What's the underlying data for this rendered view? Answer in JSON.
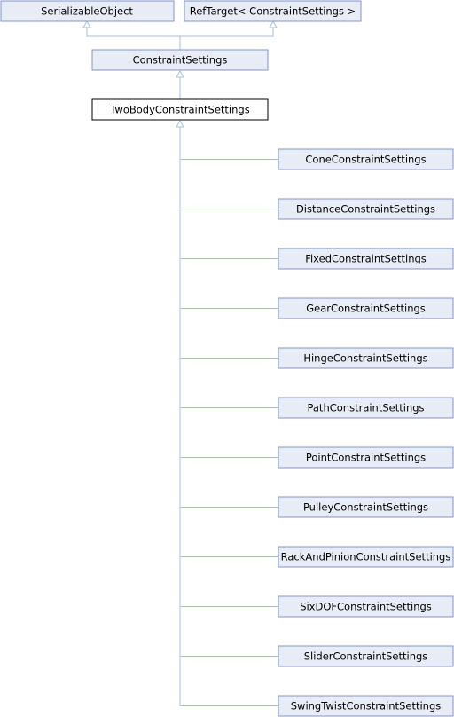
{
  "diagram": {
    "base_classes": [
      {
        "id": "serializable",
        "label": "SerializableObject"
      },
      {
        "id": "reftarget",
        "label": "RefTarget< ConstraintSettings >"
      }
    ],
    "parent": {
      "id": "constraint",
      "label": "ConstraintSettings"
    },
    "current": {
      "id": "twobody",
      "label": "TwoBodyConstraintSettings"
    },
    "derived": [
      "ConeConstraintSettings",
      "DistanceConstraintSettings",
      "FixedConstraintSettings",
      "GearConstraintSettings",
      "HingeConstraintSettings",
      "PathConstraintSettings",
      "PointConstraintSettings",
      "PulleyConstraintSettings",
      "RackAndPinionConstraintSettings",
      "SixDOFConstraintSettings",
      "SliderConstraintSettings",
      "SwingTwistConstraintSettings"
    ]
  }
}
